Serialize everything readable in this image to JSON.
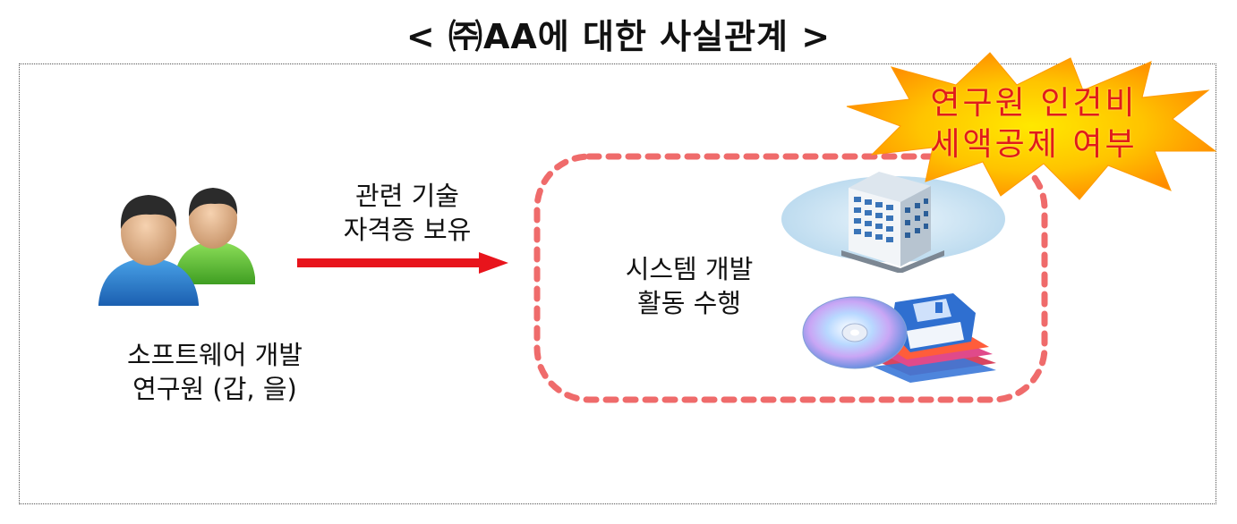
{
  "title": "< ㈜AA에 대한 사실관계 >",
  "researcher": {
    "line1": "소프트웨어 개발",
    "line2": "연구원 (갑, 을)"
  },
  "relation": {
    "line1": "관련 기술",
    "line2": "자격증 보유"
  },
  "activity": {
    "line1": "시스템 개발",
    "line2": "활동 수행"
  },
  "callout": {
    "line1": "연구원 인건비",
    "line2": "세액공제 여부"
  },
  "colors": {
    "arrow": "#e8141c",
    "dashed_box": "#ef6b6b",
    "callout_text": "#e11b1b",
    "callout_fill_outer": "#ff8a00",
    "callout_fill_inner": "#ffe800"
  }
}
